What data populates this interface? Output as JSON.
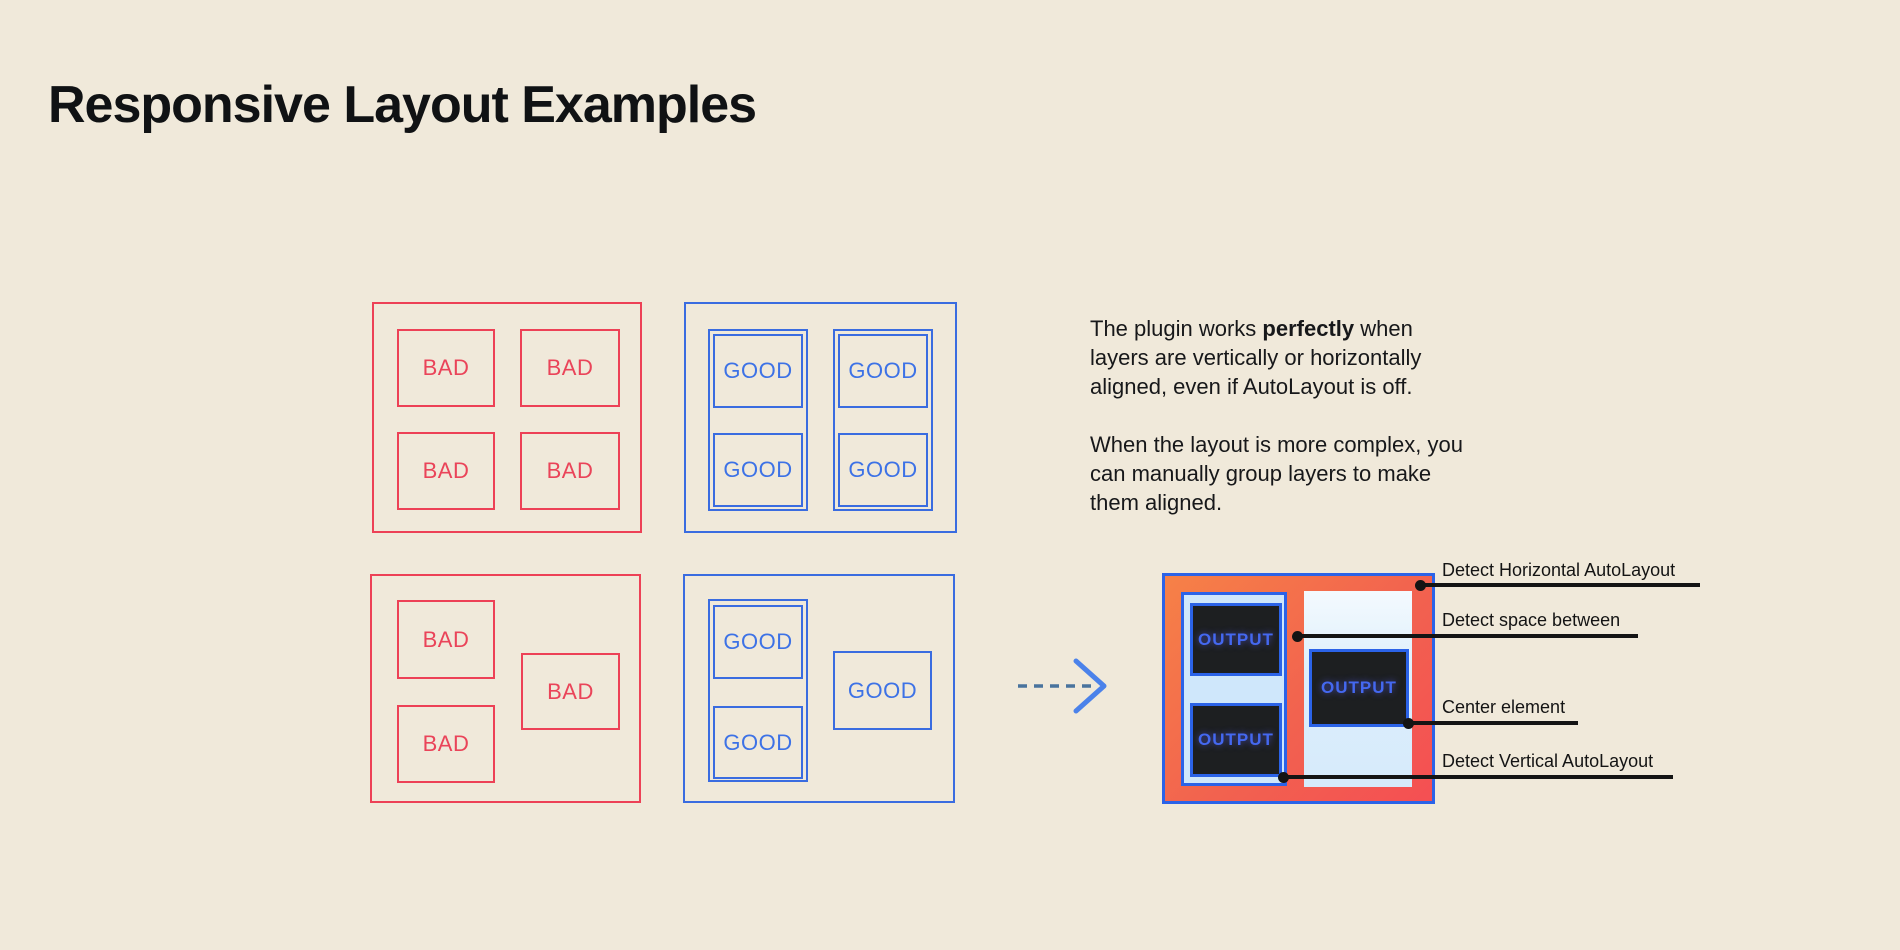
{
  "title": "Responsive Layout Examples",
  "examples": {
    "bad_grid": {
      "items": [
        "BAD",
        "BAD",
        "BAD",
        "BAD"
      ]
    },
    "good_grid": {
      "items": [
        "GOOD",
        "GOOD",
        "GOOD",
        "GOOD"
      ]
    },
    "bad_freeform": {
      "items": [
        "BAD",
        "BAD",
        "BAD"
      ]
    },
    "good_freeform": {
      "items": [
        "GOOD",
        "GOOD",
        "GOOD"
      ]
    }
  },
  "description": {
    "p1": {
      "line1_before": "The plugin works ",
      "line1_bold": "perfectly",
      "line1_after": " when",
      "line2": "layers are vertically or horizontally",
      "line3": "aligned, even if AutoLayout is off."
    },
    "p2": {
      "line1": "When the layout is more complex, you",
      "line2": "can manually group layers to make",
      "line3": "them aligned."
    }
  },
  "output_preview": {
    "items": [
      "OUTPUT",
      "OUTPUT",
      "OUTPUT"
    ]
  },
  "annotations": [
    {
      "label": "Detect Horizontal AutoLayout"
    },
    {
      "label": "Detect space between"
    },
    {
      "label": "Center element"
    },
    {
      "label": "Detect Vertical AutoLayout"
    }
  ],
  "colors": {
    "background": "#f0e9da",
    "bad_red": "#ed4156",
    "good_blue": "#3a6ce0",
    "output_frame_blue": "#2b63e8",
    "output_gradient_start": "#f68147",
    "output_gradient_end": "#f44f53",
    "panel_light_blue": "#cfe7fb",
    "output_box_dark": "#1d1f21",
    "output_text_blue": "#4468f0",
    "annotation_black": "#141414"
  }
}
